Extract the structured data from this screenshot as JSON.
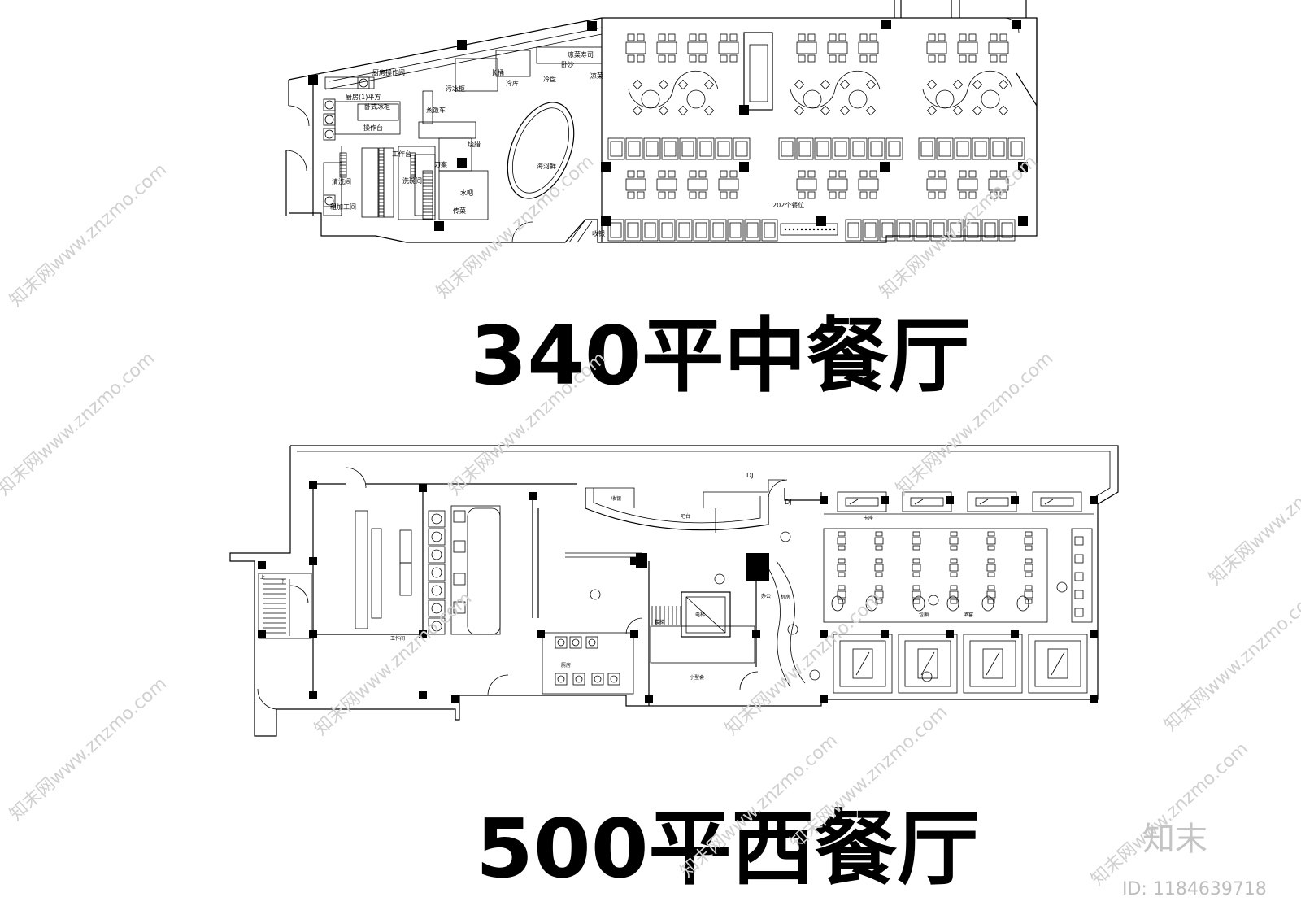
{
  "plans": [
    {
      "title": "340平中餐厅",
      "labels": [
        "厨房操作间",
        "厨房(1)平方",
        "卧式冰柜",
        "操作台",
        "工作台",
        "刀案",
        "洗碗间",
        "清洗间",
        "粗加工间",
        "污冰柜",
        "冷库",
        "冷盘",
        "凉菜",
        "烧腊",
        "传菜",
        "收银",
        "202个餐位",
        "水吧",
        "凉菜寿司",
        "卧沙",
        "长桶",
        "蒸饭车",
        "海河鲜"
      ]
    },
    {
      "title": "500平西餐厅",
      "labels": [
        "DJ",
        "DJ",
        "吧台",
        "电梯",
        "楼梯",
        "厨房",
        "工作间",
        "小型会",
        "办公",
        "收银",
        "卡座",
        "包厢",
        "酒窖",
        "机房",
        "上",
        "下"
      ]
    }
  ],
  "watermark": "知末网www.znzmo.com",
  "brand": "知末",
  "id_text": "ID: 1184639718"
}
